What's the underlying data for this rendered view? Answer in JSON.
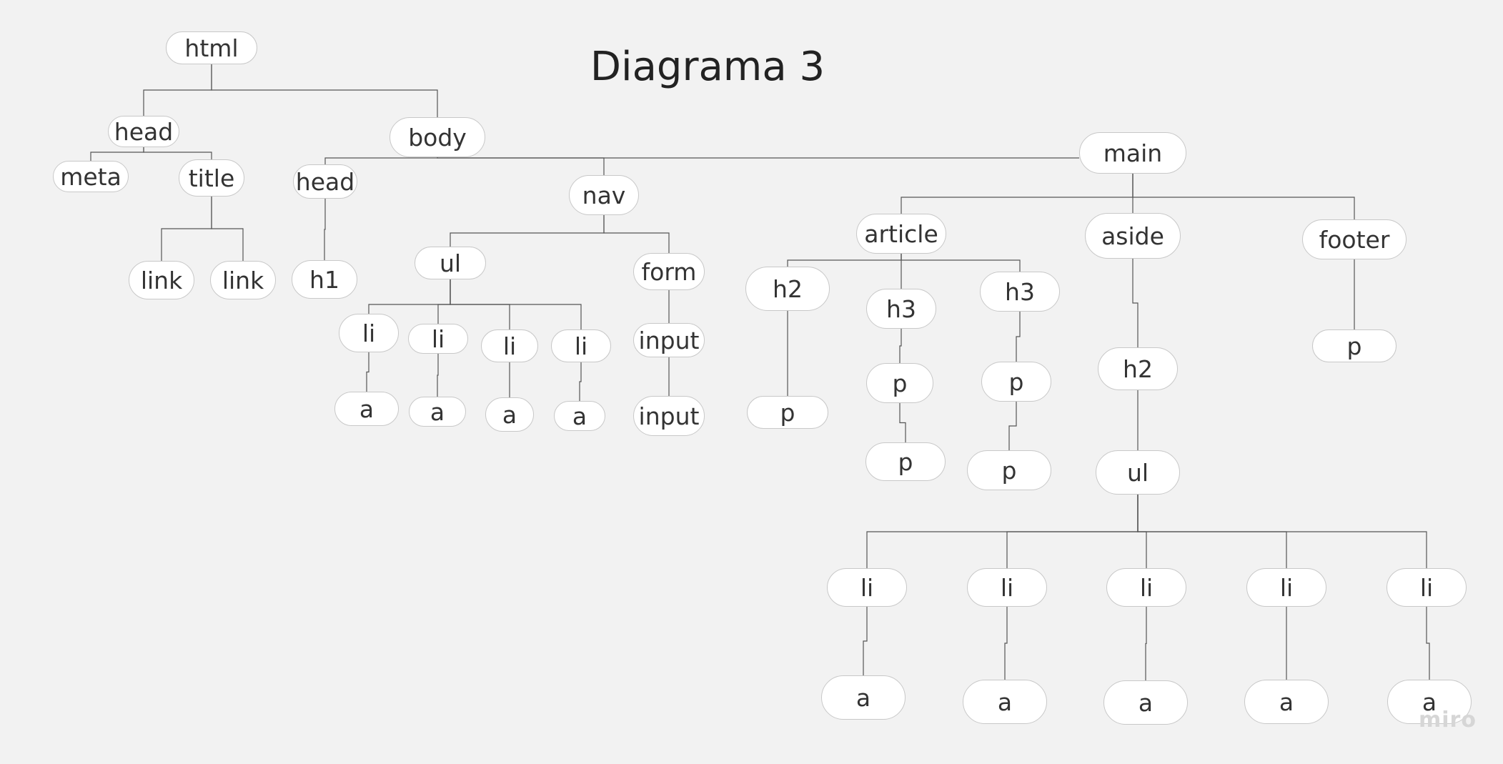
{
  "title": "Diagrama 3",
  "watermark": "miro",
  "nodes": [
    {
      "id": "html",
      "label": "html"
    },
    {
      "id": "head",
      "label": "head"
    },
    {
      "id": "meta",
      "label": "meta"
    },
    {
      "id": "title",
      "label": "title"
    },
    {
      "id": "link1",
      "label": "link"
    },
    {
      "id": "link2",
      "label": "link"
    },
    {
      "id": "body",
      "label": "body"
    },
    {
      "id": "bhead",
      "label": "head"
    },
    {
      "id": "h1",
      "label": "h1"
    },
    {
      "id": "nav",
      "label": "nav"
    },
    {
      "id": "ul1",
      "label": "ul"
    },
    {
      "id": "li1",
      "label": "li"
    },
    {
      "id": "li2",
      "label": "li"
    },
    {
      "id": "li3",
      "label": "li"
    },
    {
      "id": "li4",
      "label": "li"
    },
    {
      "id": "a1",
      "label": "a"
    },
    {
      "id": "a2",
      "label": "a"
    },
    {
      "id": "a3",
      "label": "a"
    },
    {
      "id": "a4",
      "label": "a"
    },
    {
      "id": "form",
      "label": "form"
    },
    {
      "id": "input1",
      "label": "input"
    },
    {
      "id": "input2",
      "label": "input"
    },
    {
      "id": "main",
      "label": "main"
    },
    {
      "id": "article",
      "label": "article"
    },
    {
      "id": "ah2",
      "label": "h2"
    },
    {
      "id": "ap1",
      "label": "p"
    },
    {
      "id": "ah3a",
      "label": "h3"
    },
    {
      "id": "ap2",
      "label": "p"
    },
    {
      "id": "ap3",
      "label": "p"
    },
    {
      "id": "ah3b",
      "label": "h3"
    },
    {
      "id": "ap4",
      "label": "p"
    },
    {
      "id": "ap5",
      "label": "p"
    },
    {
      "id": "aside",
      "label": "aside"
    },
    {
      "id": "sh2",
      "label": "h2"
    },
    {
      "id": "sul",
      "label": "ul"
    },
    {
      "id": "sli1",
      "label": "li"
    },
    {
      "id": "sli2",
      "label": "li"
    },
    {
      "id": "sli3",
      "label": "li"
    },
    {
      "id": "sli4",
      "label": "li"
    },
    {
      "id": "sli5",
      "label": "li"
    },
    {
      "id": "sa1",
      "label": "a"
    },
    {
      "id": "sa2",
      "label": "a"
    },
    {
      "id": "sa3",
      "label": "a"
    },
    {
      "id": "sa4",
      "label": "a"
    },
    {
      "id": "sa5",
      "label": "a"
    },
    {
      "id": "footer",
      "label": "footer"
    },
    {
      "id": "fp",
      "label": "p"
    }
  ],
  "edges": [
    [
      "html",
      "head"
    ],
    [
      "html",
      "body"
    ],
    [
      "head",
      "meta"
    ],
    [
      "head",
      "title"
    ],
    [
      "title",
      "link1"
    ],
    [
      "title",
      "link2"
    ],
    [
      "body",
      "bhead"
    ],
    [
      "body",
      "nav"
    ],
    [
      "body",
      "main"
    ],
    [
      "bhead",
      "h1"
    ],
    [
      "nav",
      "ul1"
    ],
    [
      "nav",
      "form"
    ],
    [
      "ul1",
      "li1"
    ],
    [
      "ul1",
      "li2"
    ],
    [
      "ul1",
      "li3"
    ],
    [
      "ul1",
      "li4"
    ],
    [
      "li1",
      "a1"
    ],
    [
      "li2",
      "a2"
    ],
    [
      "li3",
      "a3"
    ],
    [
      "li4",
      "a4"
    ],
    [
      "form",
      "input1"
    ],
    [
      "input1",
      "input2"
    ],
    [
      "main",
      "article"
    ],
    [
      "main",
      "aside"
    ],
    [
      "main",
      "footer"
    ],
    [
      "article",
      "ah2"
    ],
    [
      "article",
      "ah3a"
    ],
    [
      "article",
      "ah3b"
    ],
    [
      "ah2",
      "ap1"
    ],
    [
      "ah3a",
      "ap2"
    ],
    [
      "ap2",
      "ap3"
    ],
    [
      "ah3b",
      "ap4"
    ],
    [
      "ap4",
      "ap5"
    ],
    [
      "aside",
      "sh2"
    ],
    [
      "sh2",
      "sul"
    ],
    [
      "sul",
      "sli1"
    ],
    [
      "sul",
      "sli2"
    ],
    [
      "sul",
      "sli3"
    ],
    [
      "sul",
      "sli4"
    ],
    [
      "sul",
      "sli5"
    ],
    [
      "sli1",
      "sa1"
    ],
    [
      "sli2",
      "sa2"
    ],
    [
      "sli3",
      "sa3"
    ],
    [
      "sli4",
      "sa4"
    ],
    [
      "sli5",
      "sa5"
    ],
    [
      "footer",
      "fp"
    ]
  ]
}
